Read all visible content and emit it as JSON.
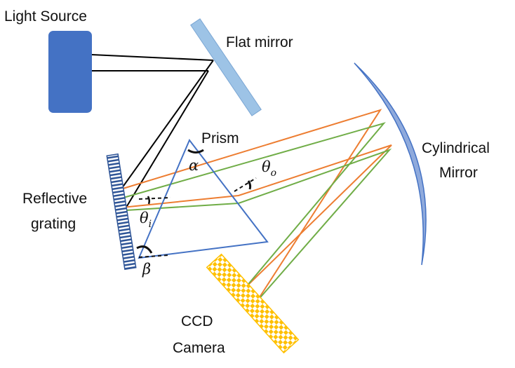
{
  "labels": {
    "light_source": "Light Source",
    "flat_mirror": "Flat mirror",
    "prism": "Prism",
    "cylindrical_line1": "Cylindrical",
    "cylindrical_line2": "Mirror",
    "grating_line1": "Reflective",
    "grating_line2": "grating",
    "ccd_line1": "CCD",
    "ccd_line2": "Camera"
  },
  "symbols": {
    "alpha": "α",
    "theta": "θ",
    "theta_i_sub": "i",
    "theta_o_sub": "o",
    "beta": "β"
  },
  "colors": {
    "light_source": "#4472c4",
    "flat_mirror": "#9dc3e6",
    "cylindrical_mirror": "#8faadc",
    "grating": "#2f5597",
    "prism": "#4472c4",
    "ccd": "#ffc000",
    "ray_white": "#000000",
    "ray_orange": "#ed7d31",
    "ray_green": "#70ad47"
  }
}
